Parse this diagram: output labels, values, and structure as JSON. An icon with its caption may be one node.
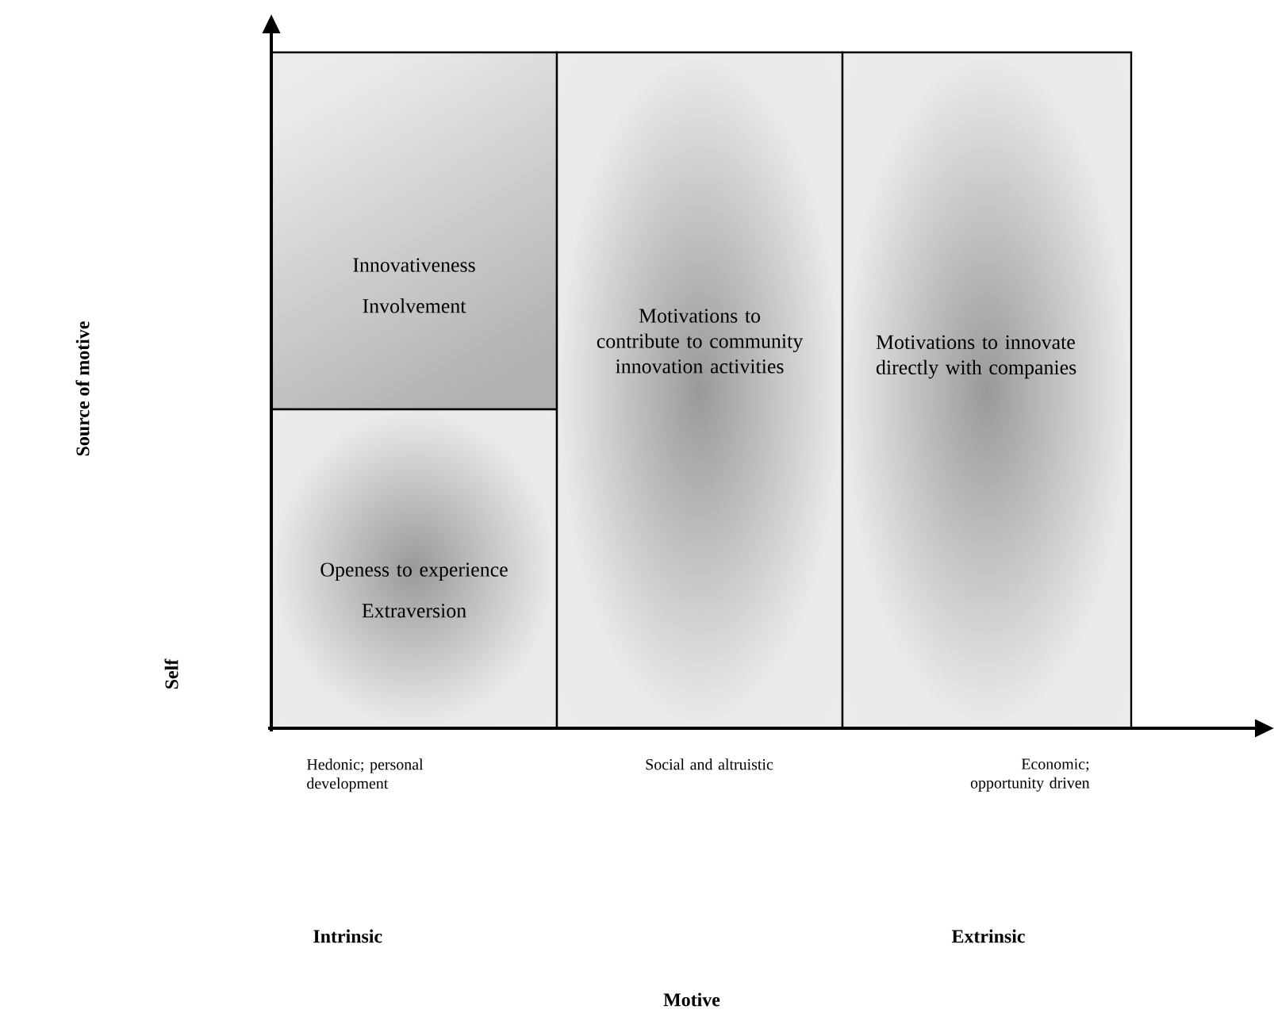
{
  "diagram": {
    "nodes": [
      {
        "text": [
          "Innovativeness",
          "Involvement"
        ]
      },
      {
        "text": [
          "Openess to experience",
          "Extraversion"
        ]
      },
      {
        "text": [
          "Motivations to contribute to community innovation activities"
        ]
      },
      {
        "text": [
          "Motivations to innovate directly with companies"
        ]
      }
    ],
    "labels": [
      "Source of motive",
      "Self",
      "Hedonic; personal development",
      "Social and altruistic",
      "Economic; opportunity driven",
      "Intrinsic",
      "Extrinsic",
      "Motive"
    ]
  }
}
